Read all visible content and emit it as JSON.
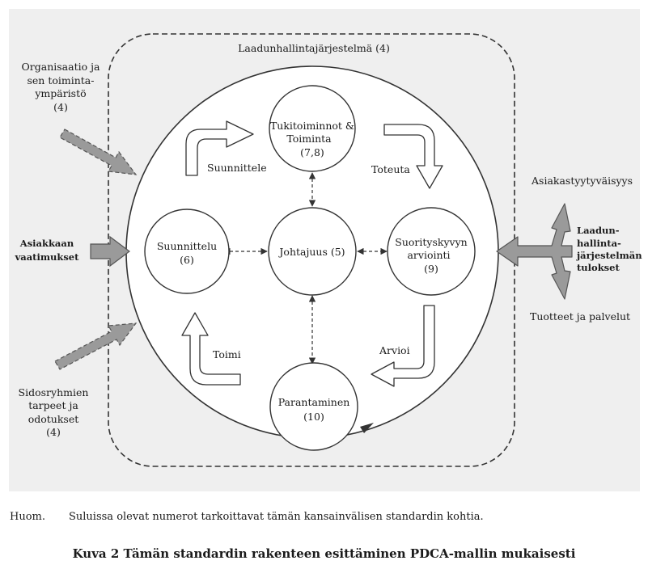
{
  "system_label": "Laadunhallintajärjestelmä (4)",
  "inputs": {
    "organization": [
      "Organisaatio ja",
      "sen toiminta-",
      "ympäristö",
      "(4)"
    ],
    "customer_requirements": [
      "Asiakkaan",
      "vaatimukset"
    ],
    "stakeholders": [
      "Sidosryhmien",
      "tarpeet ja",
      "odotukset",
      "(4)"
    ]
  },
  "outputs": {
    "satisfaction": "Asiakastyytyväisyys",
    "results": [
      "Laadun-",
      "hallinta-",
      "järjestelmän",
      "tulokset"
    ],
    "products": "Tuotteet ja palvelut"
  },
  "nodes": {
    "support": [
      "Tukitoiminnot &",
      "Toiminta",
      "(7,8)"
    ],
    "planning": [
      "Suunnittelu",
      "(6)"
    ],
    "leadership": "Johtajuus (5)",
    "evaluation": [
      "Suorityskyvyn",
      "arviointi",
      "(9)"
    ],
    "improvement": [
      "Parantaminen",
      "(10)"
    ]
  },
  "cycle": {
    "plan": "Suunnittele",
    "do": "Toteuta",
    "check": "Arvioi",
    "act": "Toimi"
  },
  "note": {
    "label": "Huom.",
    "text": "Suluissa olevat numerot tarkoittavat tämän kansainvälisen standardin kohtia."
  },
  "caption": "Kuva 2 Tämän standardin rakenteen esittäminen PDCA-mallin mukaisesti",
  "colors": {
    "panel": "#efefef",
    "gray_arrow": "#9a9a9a",
    "outline": "#333333"
  }
}
